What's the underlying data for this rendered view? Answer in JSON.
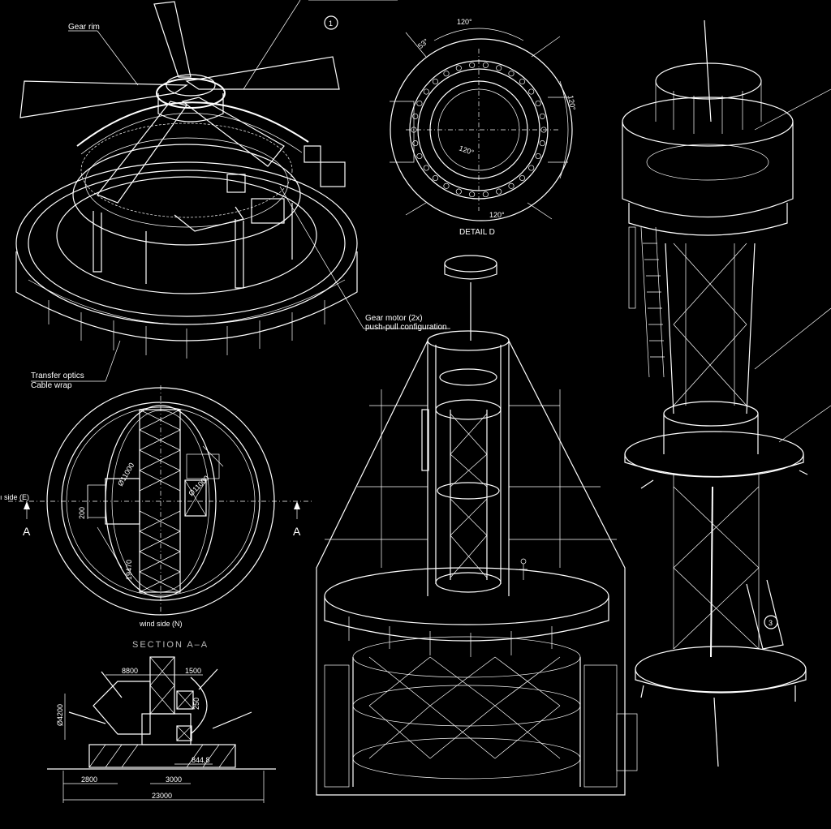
{
  "labels": {
    "gear_rim": "Gear rim",
    "callout_1": "1",
    "callout_3": "3",
    "gear_motor_line1": "Gear motor (2x)",
    "gear_motor_line2": "push-pull configuration",
    "transfer_optics_line1": "Transfer optics",
    "transfer_optics_line2": "Cable wrap",
    "detail_d": "DETAIL D",
    "section_aa": "SECTION A–A",
    "side_e": "ı side (E)",
    "wind_side": "wind side (N)",
    "section_mark_a": "A"
  },
  "detail_d_angles": {
    "top": "120°",
    "top_left": "53°",
    "right": "120°",
    "center": "120°",
    "bottom": "120°"
  },
  "plan_dims": {
    "dia_outer": "Ø11000",
    "dia_inner": "Ø11000",
    "offset": "200",
    "length": "19470"
  },
  "section_dims": {
    "d8800": "8800",
    "d1500": "1500",
    "d4200": "Ø4200",
    "d250": "250",
    "d844": "844,8",
    "d2800": "2800",
    "d3000": "3000",
    "d23000": "23000"
  },
  "icons": {
    "callout_circle": "circle-callout-icon",
    "section_arrow": "up-arrow-icon"
  }
}
